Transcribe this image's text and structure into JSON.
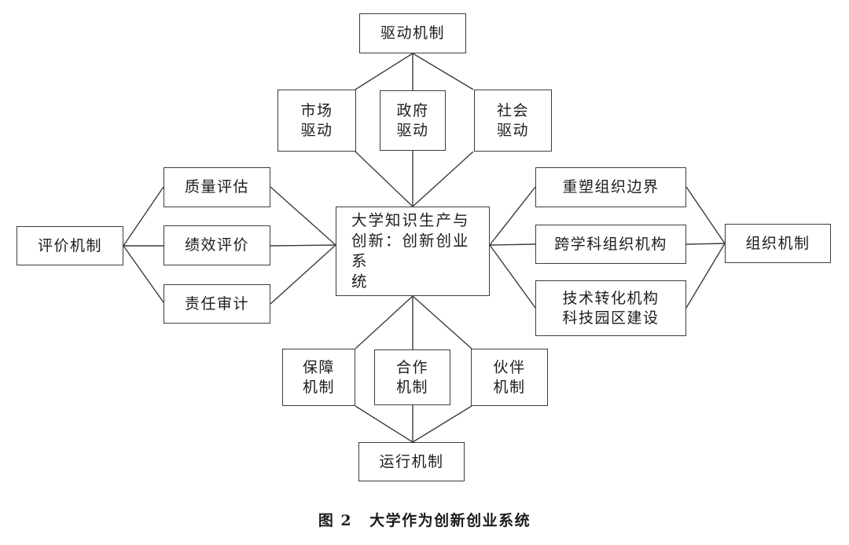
{
  "figure": {
    "caption_prefix": "图 2",
    "caption_title": "大学作为创新创业系统"
  },
  "nodes": {
    "center": "大学知识生产与\n创新：创新创业系\n统",
    "drive": "驱动机制",
    "market": "市场\n驱动",
    "government": "政府\n驱动",
    "society": "社会\n驱动",
    "evaluation": "评价机制",
    "quality": "质量评估",
    "performance": "绩效评价",
    "audit": "责任审计",
    "organization": "组织机制",
    "reshape": "重塑组织边界",
    "interdisciplinary": "跨学科组织机构",
    "tech_transfer": "技术转化机构\n科技园区建设",
    "operation": "运行机制",
    "guarantee": "保障\n机制",
    "cooperation": "合作\n机制",
    "partner": "伙伴\n机制"
  },
  "colors": {
    "line": "#3c3c3c",
    "border": "#3c3c3c",
    "text": "#1c1c1c",
    "background": "#ffffff"
  }
}
